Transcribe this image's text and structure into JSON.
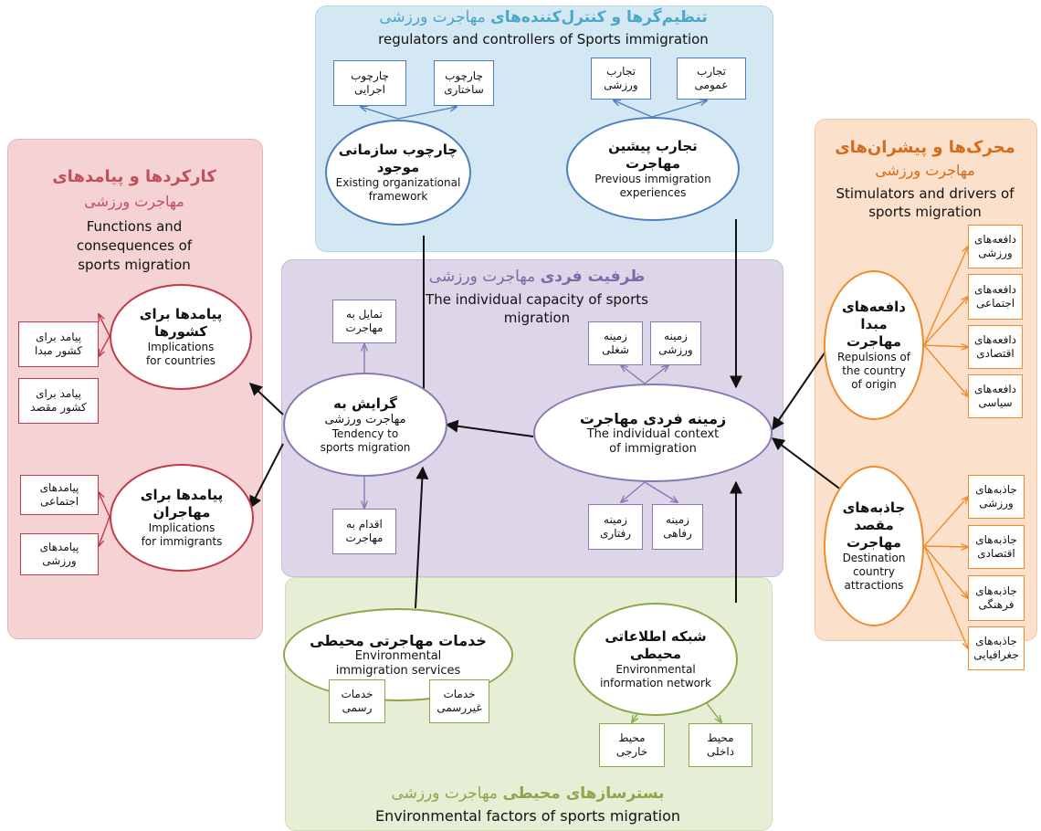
{
  "regulators": {
    "title_fa_bold": "تنظیم‌گرها و کنترل‌کننده‌های",
    "title_fa_rest": " مهاجرت ورزشی",
    "title_en": "regulators and controllers of Sports immigration",
    "org": {
      "fa_line1": "چارچوب سازمانی",
      "fa_line2": "موجود",
      "en_line1": "Existing organizational",
      "en_line2": "framework"
    },
    "prev": {
      "fa_line1": "تجارب پیشین",
      "fa_line2": "مهاجرت",
      "en_line1": "Previous immigration",
      "en_line2": "experiences"
    },
    "boxes": {
      "exec": {
        "l1": "چارچوب",
        "l2": "اجرایی"
      },
      "struct": {
        "l1": "چارچوب",
        "l2": "ساختاری"
      },
      "sport_exp": {
        "l1": "تجارب",
        "l2": "ورزشی"
      },
      "gen_exp": {
        "l1": "تجارب",
        "l2": "عمومی"
      }
    }
  },
  "functions": {
    "title_fa": "کارکردها و پیامدهای",
    "subtitle_fa": "مهاجرت ورزشی",
    "en_line1": "Functions and",
    "en_line2": "consequences of",
    "en_line3": "sports migration",
    "countries": {
      "fa_line1": "پیامدها برای",
      "fa_line2": "کشورها",
      "en_line1": "Implications",
      "en_line2": "for countries"
    },
    "immigrants": {
      "fa_line1": "پیامدها برای",
      "fa_line2": "مهاجران",
      "en_line1": "Implications",
      "en_line2": "for immigrants"
    },
    "boxes": {
      "origin": {
        "l1": "پیامد برای",
        "l2": "کشور مبدا"
      },
      "dest": {
        "l1": "پیامد برای",
        "l2": "کشور مقصد"
      },
      "social": {
        "l1": "پیامدهای",
        "l2": "اجتماعی"
      },
      "sport": {
        "l1": "پیامدهای",
        "l2": "ورزشی"
      }
    }
  },
  "drivers": {
    "title_fa": "محرک‌ها و پیشران‌های",
    "subtitle_fa": "مهاجرت ورزشی",
    "en_line1": "Stimulators and drivers of",
    "en_line2": "sports migration",
    "repulsions": {
      "fa_line1": "دافعه‌های",
      "fa_line2": "مبدا",
      "fa_line3": "مهاجرت",
      "en_line1": "Repulsions of",
      "en_line2": "the country",
      "en_line3": "of origin"
    },
    "attractions": {
      "fa_line1": "جاذبه‌های",
      "fa_line2": "مقصد",
      "fa_line3": "مهاجرت",
      "en_line1": "Destination",
      "en_line2": "country",
      "en_line3": "attractions"
    },
    "boxes": {
      "rep_sport": {
        "l1": "دافعه‌های",
        "l2": "ورزشی"
      },
      "rep_social": {
        "l1": "دافعه‌های",
        "l2": "اجتماعی"
      },
      "rep_econ": {
        "l1": "دافعه‌های",
        "l2": "اقتصادی"
      },
      "rep_pol": {
        "l1": "دافعه‌های",
        "l2": "سیاسی"
      },
      "att_sport": {
        "l1": "جاذبه‌های",
        "l2": "ورزشی"
      },
      "att_econ": {
        "l1": "جاذبه‌های",
        "l2": "اقتصادی"
      },
      "att_cult": {
        "l1": "جاذبه‌های",
        "l2": "فرهنگی"
      },
      "att_geo": {
        "l1": "جاذبه‌های",
        "l2": "جغرافیایی"
      }
    }
  },
  "capacity": {
    "title_fa_bold": "ظرفیت فردی",
    "title_fa_rest": " مهاجرت ورزشی",
    "en_line1": "The individual capacity of sports",
    "en_line2": "migration",
    "tendency": {
      "fa_line1": "گرایش به",
      "fa_line2": "مهاجرت ورزشی",
      "en_line1": "Tendency to",
      "en_line2": "sports migration"
    },
    "context": {
      "fa_line1": "زمینه فردی مهاجرت",
      "en_line1": "The individual context",
      "en_line2": "of immigration"
    },
    "boxes": {
      "willing": {
        "l1": "تمایل به",
        "l2": "مهاجرت"
      },
      "action": {
        "l1": "اقدام به",
        "l2": "مهاجرت"
      },
      "job": {
        "l1": "زمینه",
        "l2": "شغلی"
      },
      "sport": {
        "l1": "زمینه",
        "l2": "ورزشی"
      },
      "behav": {
        "l1": "زمینه",
        "l2": "رفتاری"
      },
      "welfare": {
        "l1": "زمینه",
        "l2": "رفاهی"
      }
    }
  },
  "environment": {
    "title_fa_bold": "بسترسازهای محیطی",
    "title_fa_rest": " مهاجرت ورزشی",
    "title_en": "Environmental factors of sports migration",
    "services": {
      "fa_line1": "خدمات مهاجرتی محیطی",
      "en_line1": "Environmental",
      "en_line2": "immigration services"
    },
    "network": {
      "fa_line1": "شبکه اطلاعاتی",
      "fa_line2": "محیطی",
      "en_line1": "Environmental",
      "en_line2": "information network"
    },
    "boxes": {
      "official": {
        "l1": "خدمات",
        "l2": "رسمی"
      },
      "unofficial": {
        "l1": "خدمات",
        "l2": "غیررسمی"
      },
      "external": {
        "l1": "محیط",
        "l2": "خارجی"
      },
      "internal": {
        "l1": "محیط",
        "l2": "داخلی"
      }
    }
  },
  "colors": {
    "regulators_bg": "#d3e8f3",
    "functions_bg": "#f5d3d5",
    "drivers_bg": "#fbe1cb",
    "capacity_bg": "#ddd6e8",
    "environment_bg": "#e6efd6",
    "blue": "#4f7fbf",
    "red": "#c23a48",
    "orange": "#f08a2c",
    "purple": "#8878b4",
    "green": "#8aa84a",
    "title_blue": "#4aa7c6",
    "title_red": "#c0505a",
    "title_orange": "#d46b1b",
    "title_purple": "#7c6aa8",
    "title_green": "#8aa84a"
  }
}
